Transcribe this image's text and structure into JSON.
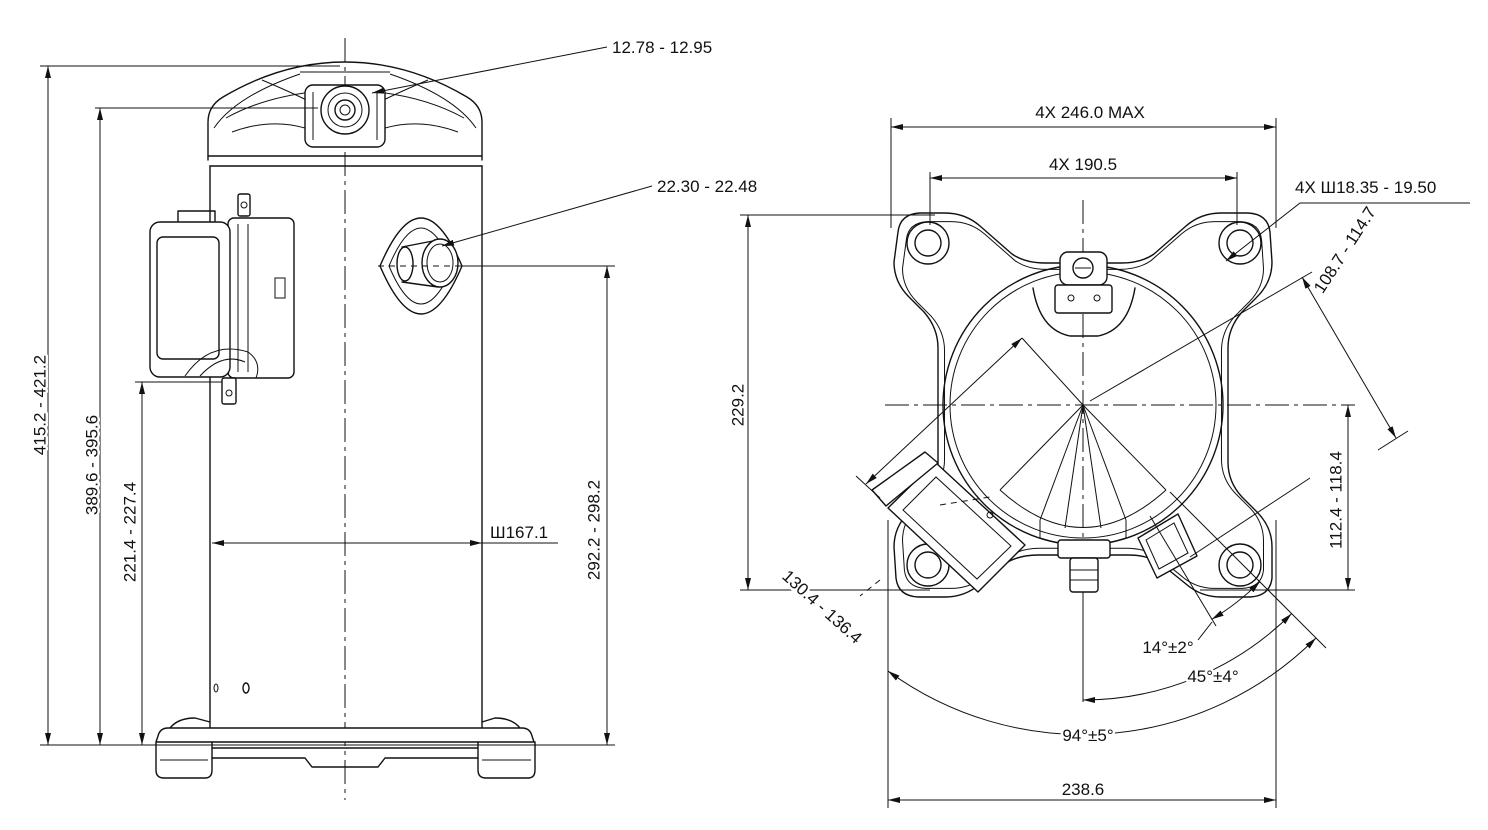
{
  "side_view": {
    "top_fitting_label": "12.78 - 12.95",
    "suction_fitting_label": "22.30 - 22.48",
    "height_overall": "415.2 - 421.2",
    "height_top_fitting": "389.6 - 395.6",
    "height_terminal_box": "221.4 - 227.4",
    "height_suction": "292.2 - 298.2",
    "shell_diameter": "Ш167.1"
  },
  "top_view": {
    "width_max": "4X 246.0 MAX",
    "hole_spacing": "4X 190.5",
    "hole_diameter": "4X Ш18.35 - 19.50",
    "radial_offset": "108.7 - 114.7",
    "depth": "229.2",
    "suction_offset": "112.4 - 118.4",
    "terminal_offset": "130.4 - 136.4",
    "angle_small": "14°±2°",
    "angle_suction": "45°±4°",
    "angle_terminal": "94°±5°",
    "base_width": "238.6"
  }
}
